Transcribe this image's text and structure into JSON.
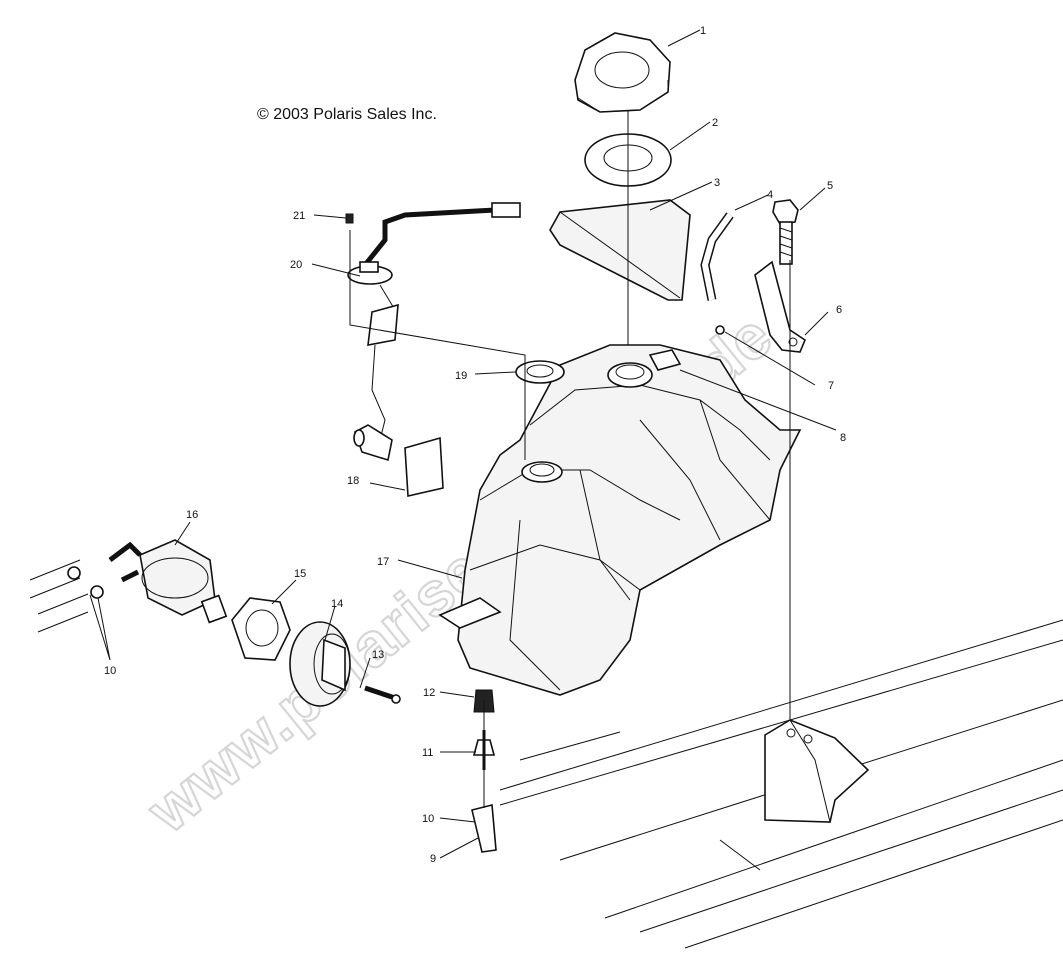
{
  "copyright": "© 2003 Polaris Sales Inc.",
  "watermark": "www.polarisersatzteile.de",
  "callouts": [
    {
      "id": "c1",
      "label": "1"
    },
    {
      "id": "c2",
      "label": "2"
    },
    {
      "id": "c3",
      "label": "3"
    },
    {
      "id": "c4",
      "label": "4"
    },
    {
      "id": "c5",
      "label": "5"
    },
    {
      "id": "c6",
      "label": "6"
    },
    {
      "id": "c7",
      "label": "7"
    },
    {
      "id": "c8",
      "label": "8"
    },
    {
      "id": "c9",
      "label": "9"
    },
    {
      "id": "c10a",
      "label": "10"
    },
    {
      "id": "c10b",
      "label": "10"
    },
    {
      "id": "c11",
      "label": "11"
    },
    {
      "id": "c12",
      "label": "12"
    },
    {
      "id": "c13",
      "label": "13"
    },
    {
      "id": "c14",
      "label": "14"
    },
    {
      "id": "c15",
      "label": "15"
    },
    {
      "id": "c16",
      "label": "16"
    },
    {
      "id": "c17",
      "label": "17"
    },
    {
      "id": "c18",
      "label": "18"
    },
    {
      "id": "c19",
      "label": "19"
    },
    {
      "id": "c20",
      "label": "20"
    },
    {
      "id": "c21",
      "label": "21"
    }
  ]
}
